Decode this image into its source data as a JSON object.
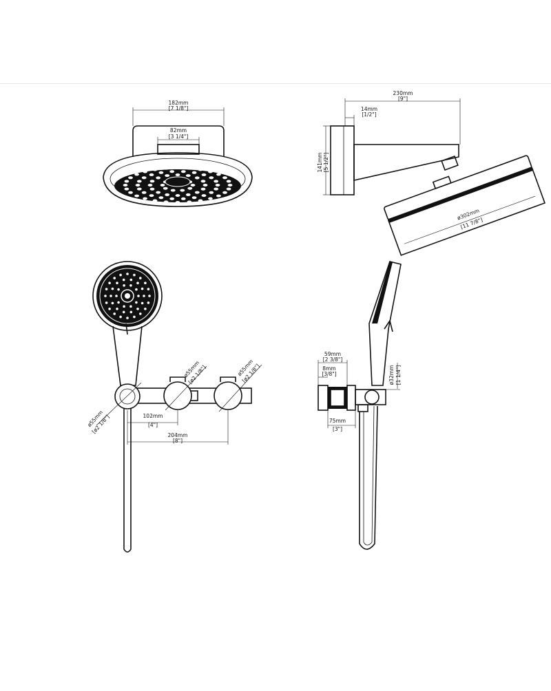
{
  "colors": {
    "line": "#111111",
    "background": "#ffffff",
    "divider": "#e6e6e6"
  },
  "views": {
    "overhead_front": {
      "width_mm": "182mm",
      "width_in": "[7 1/8\"]",
      "arm_mm": "82mm",
      "arm_in": "[3 1/4\"]"
    },
    "overhead_side": {
      "projection_mm": "230mm",
      "projection_in": "[9\"]",
      "flange_mm": "14mm",
      "flange_in": "[1/2\"]",
      "height_mm": "141mm",
      "height_in": "[5 1/2\"]",
      "head_dia_mm": "ø302mm",
      "head_dia_in": "[11 7/8\"]"
    },
    "handset_front": {
      "holder_dia_mm": "ø55mm",
      "holder_dia_in": "[ø2 1/8\"]",
      "knob1_dia_mm": "ø55mm",
      "knob1_dia_in": "[ø2 1/8\"]",
      "knob2_dia_mm": "ø55mm",
      "knob2_dia_in": "[ø2 1/8\"]",
      "spacing1_mm": "102mm",
      "spacing1_in": "[4\"]",
      "spacing2_mm": "204mm",
      "spacing2_in": "[8\"]"
    },
    "handset_side": {
      "depth_mm": "59mm",
      "depth_in": "[2 3/8\"]",
      "plate_mm": "8mm",
      "plate_in": "[3/8\"]",
      "pipe_dia_mm": "ø32mm",
      "pipe_dia_in": "[1 1/4\"]",
      "offset_mm": "75mm",
      "offset_in": "[3\"]"
    }
  }
}
